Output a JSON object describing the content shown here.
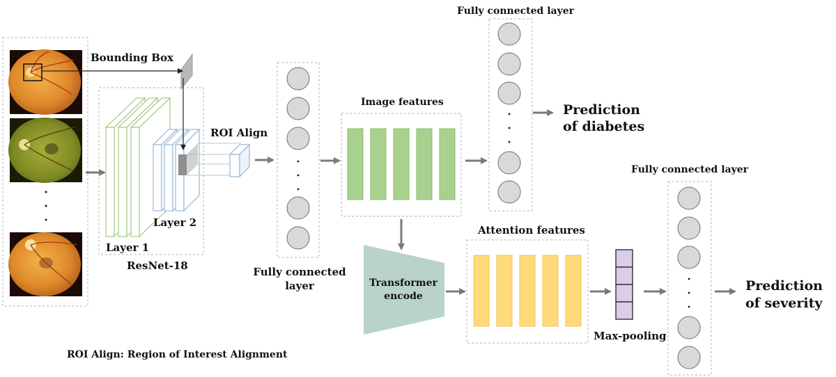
{
  "labels": {
    "bounding_box": "Bounding Box",
    "roi_align": "ROI Align",
    "layer_1": "Layer 1",
    "layer_2": "Layer 2",
    "resnet": "ResNet-18",
    "fc_layer_first_line": "Fully connected",
    "fc_layer_second_line": "layer",
    "image_features": "Image features",
    "fc_layer_top": "Fully connected layer",
    "prediction_diabetes_line1": "Prediction",
    "prediction_diabetes_line2": "of diabetes",
    "fc_layer_right": "Fully connected layer",
    "transformer_line1": "Transformer",
    "transformer_line2": "encode",
    "attention_features": "Attention features",
    "max_pooling": "Max-pooling",
    "prediction_severity_line1": "Prediction",
    "prediction_severity_line2": "of severity",
    "footnote": "ROI Align: Region of Interest Alignment"
  },
  "colors": {
    "arrow": "#7a7a7a",
    "neuron_fill": "#d9d9d9",
    "neuron_stroke": "#6e6e6e",
    "image_feature_fill": "#a9d18e",
    "attention_feature_fill": "#ffd97a",
    "transformer_fill": "#b9d3cc",
    "maxpool_fill": "#d9cdea",
    "resnet_layer1_stroke": "#a9cf8a",
    "resnet_layer2_stroke": "#9dbcdc",
    "dashed_box": "#b0b0b0",
    "fundus_orange": "#e0892a",
    "fundus_green": "#8d9a2c"
  }
}
